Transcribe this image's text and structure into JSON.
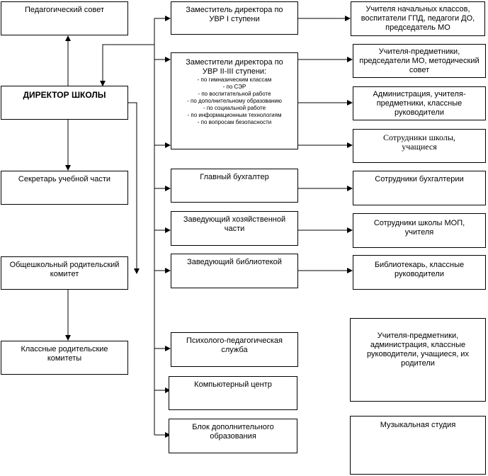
{
  "left": {
    "council": "Педагогический совет",
    "director": "ДИРЕКТОР ШКОЛЫ",
    "secretary": "Секретарь учебной части",
    "parent_committee": "Общешкольный родительский комитет",
    "class_committees": "Классные родительские комитеты"
  },
  "middle": {
    "deputy_1": "Заместитель директора по УВР I ступени",
    "deputy_2_title": "Заместители директора по УВР II-III ступени:",
    "deputy_2_items": [
      "- по гимназическим классам",
      "- по СЭР",
      "- по воспитательной работе",
      "- по дополнительному образованию",
      "- по социальной работе",
      "- по информационным технологиям",
      "- по вопросам безопасности"
    ],
    "accountant": "Главный бухгалтер",
    "household": "Заведующий хозяйственной части",
    "library": "Заведующий библиотекой",
    "psych": "Психолого-педагогическая служба",
    "computer": "Компьютерный центр",
    "extra_ed": "Блок дополнительного образования"
  },
  "right": {
    "r1": "Учителя начальных классов, воспитатели ГПД, педагоги ДО, председатель МО",
    "r2": "Учителя-предметники, председатели МО, методический совет",
    "r3": "Администрация, учителя-предметники, классные руководители",
    "r4": "Сотрудники школы, учащиеся",
    "r5": "Сотрудники бухгалтерии",
    "r6": "Сотрудники школы МОП, учителя",
    "r7": "Библиотекарь, классные руководители",
    "r8": "Учителя-предметники, администрация, классные руководители, учащиеся, их родители",
    "r9": "Музыкальная студия"
  }
}
